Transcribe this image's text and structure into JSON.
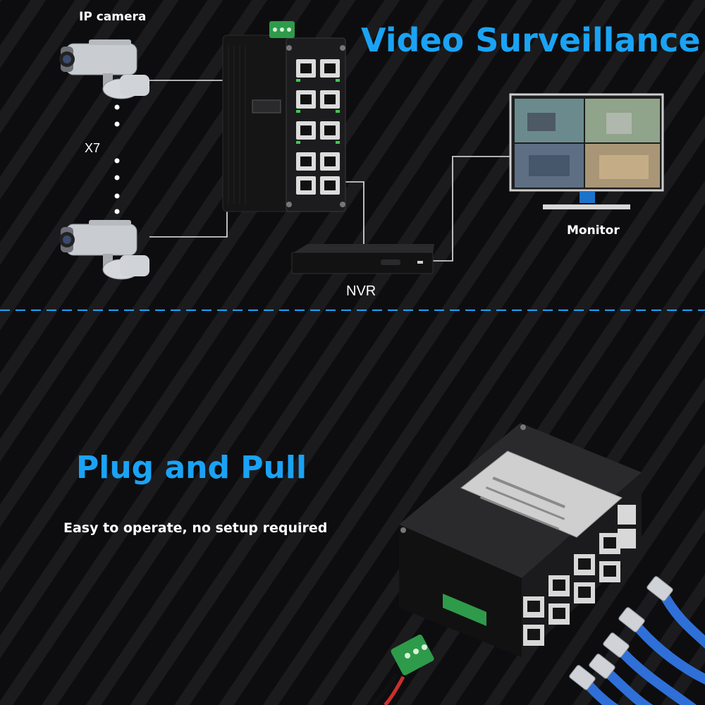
{
  "top": {
    "headline": "Video Surveillance",
    "ip_camera_label": "IP camera",
    "multiplier_label": "X7",
    "monitor_label": "Monitor",
    "nvr_label": "NVR"
  },
  "bottom": {
    "headline": "Plug and Pull",
    "subtext": "Easy to operate, no setup required"
  },
  "colors": {
    "accent": "#1aa3f5",
    "background": "#0d0d0f",
    "cable": "#2f6fd8",
    "terminal": "#2e9b4a"
  },
  "icons": [
    "ip-camera-icon",
    "switch-icon",
    "monitor-icon",
    "nvr-icon",
    "rj45-cable-icon",
    "terminal-block-icon"
  ]
}
